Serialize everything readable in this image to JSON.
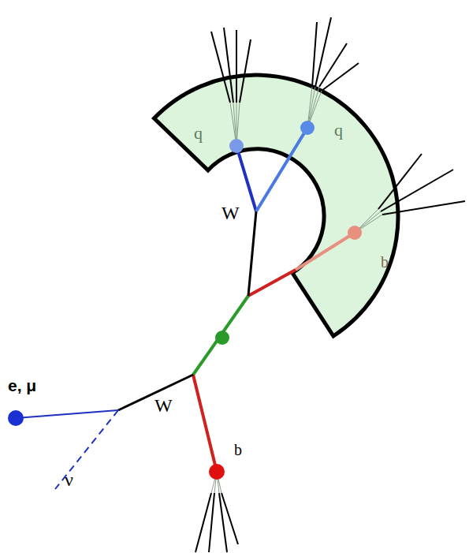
{
  "diagram": {
    "labels": [
      "q",
      "q",
      "b",
      "W",
      "W",
      "e, μ",
      "ν",
      "b"
    ]
  }
}
